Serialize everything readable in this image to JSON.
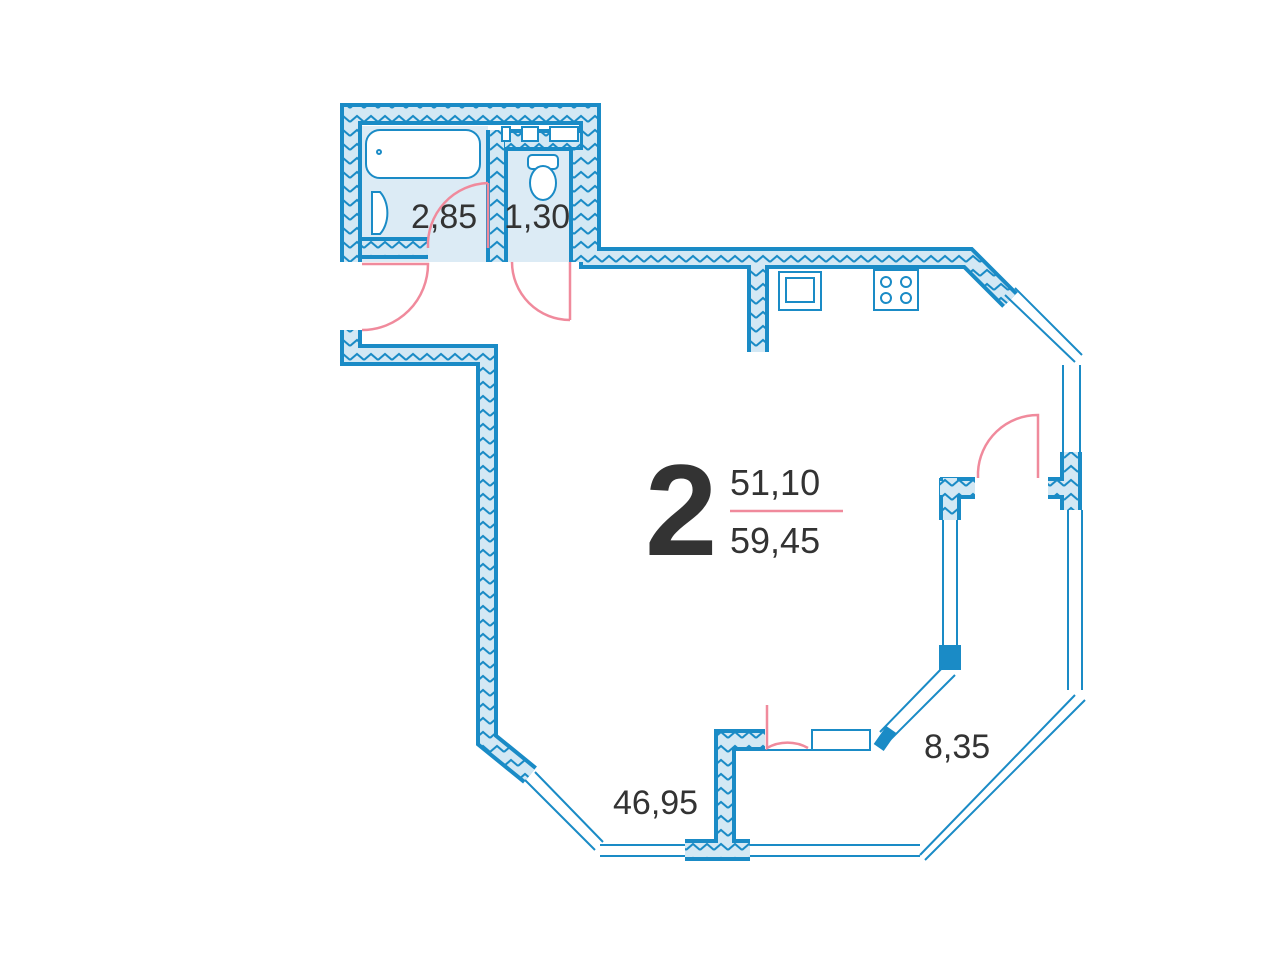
{
  "plan": {
    "rooms_count": "2",
    "living_area": "51,10",
    "total_area": "59,45",
    "rooms": [
      {
        "name": "bathroom",
        "area": "2,85"
      },
      {
        "name": "toilet",
        "area": "1,30"
      },
      {
        "name": "main-room",
        "area": "46,95"
      },
      {
        "name": "balcony",
        "area": "8,35"
      }
    ]
  },
  "colors": {
    "wall": "#1a8bc6",
    "wall_fill": "#d3e8f4",
    "door": "#f08a9c",
    "wet_zone": "#dcebf5",
    "text": "#333333"
  }
}
